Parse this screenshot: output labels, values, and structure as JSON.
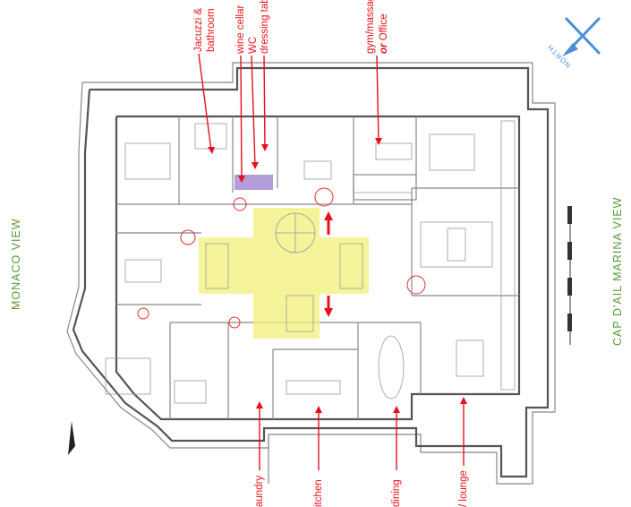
{
  "title_labels": {
    "jacuzzi_1": "Jacuzzi &",
    "jacuzzi_2": "bathroom",
    "wine_cellar": "wine cellar",
    "wc": "WC",
    "dressing": "dressing tab",
    "gym_1": "gym/massag",
    "gym_2_or": "or",
    "gym_2_office": "Office",
    "laundry": "aundry",
    "kitchen": "itchen",
    "dining": "dining",
    "lounge": "/ lounge"
  },
  "views": {
    "left": "MONACO VIEW",
    "right": "CAP D'AIL MARINA VIEW"
  },
  "compass": {
    "label": "NORTH"
  },
  "colors": {
    "annotation": "#e8101a",
    "highlight": "#f2f07a",
    "purple": "#b39ddb",
    "view_text": "#5a9a3a",
    "compass": "#4a90d9"
  }
}
